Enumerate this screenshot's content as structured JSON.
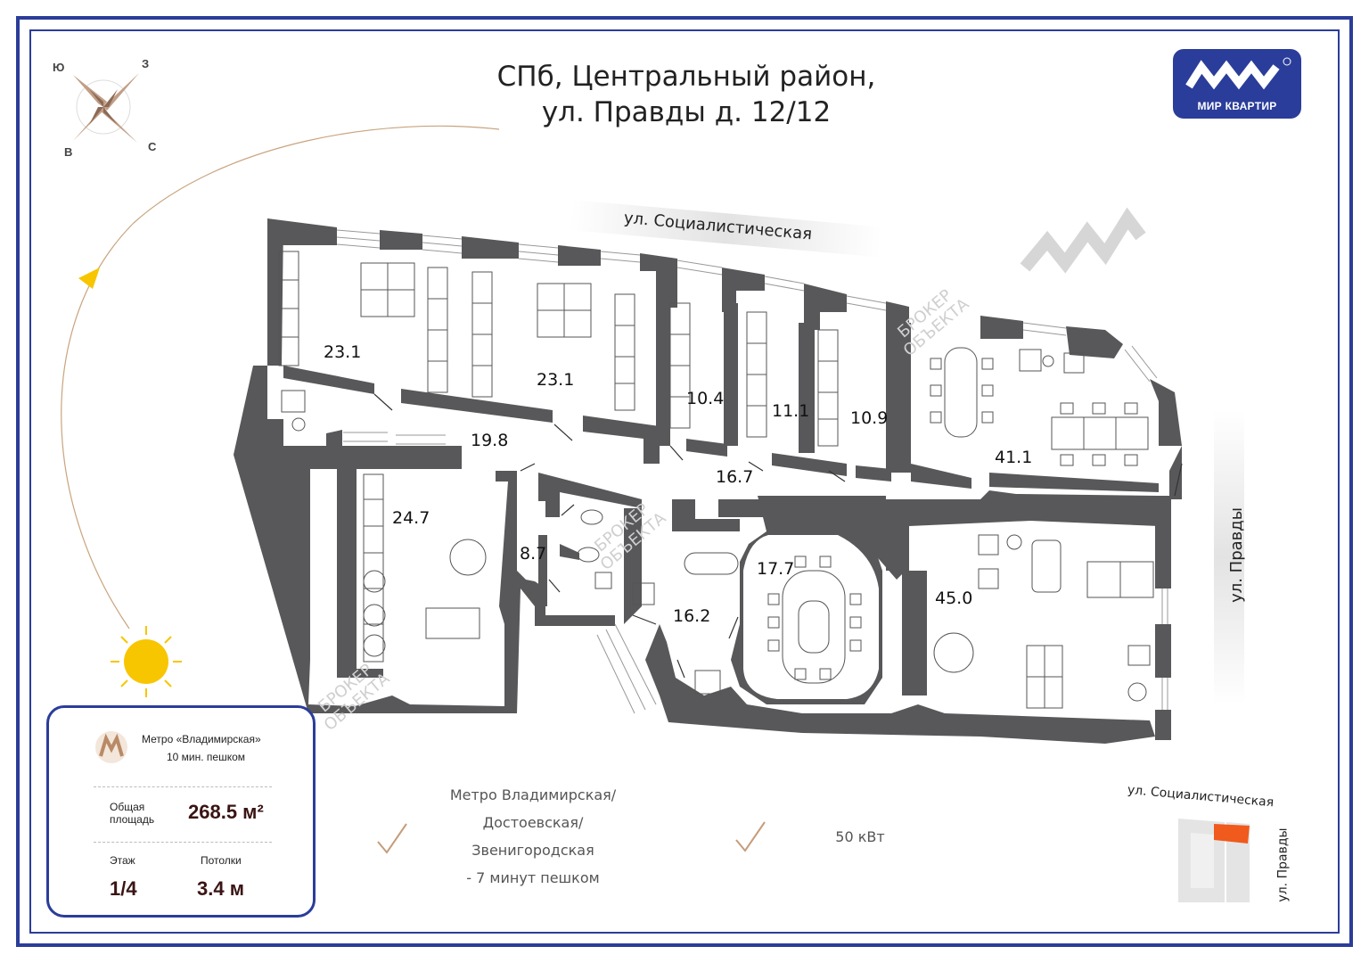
{
  "header": {
    "title_line1": "СПб, Центральный район,",
    "title_line2": "ул. Правды д. 12/12"
  },
  "logo": {
    "name": "МИР КВАРТИР",
    "brand_color": "#2b3d9a"
  },
  "compass": {
    "south": "Ю",
    "west": "З",
    "east": "В",
    "north": "С"
  },
  "streets": {
    "top": "ул. Социалистическая",
    "right": "ул. Правды",
    "map_top": "ул. Социалистическая",
    "map_right": "ул. Правды"
  },
  "rooms": [
    "23.1",
    "23.1",
    "10.4",
    "11.1",
    "10.9",
    "41.1",
    "19.8",
    "16.7",
    "24.7",
    "8.7",
    "17.7",
    "45.0",
    "16.2"
  ],
  "watermark": {
    "line1": "БРОКЕР",
    "line2": "ОБЪЕКТА"
  },
  "info": {
    "metro_name": "Метро «Владимирская»",
    "metro_walk": "10 мин. пешком",
    "area_label_1": "Общая",
    "area_label_2": "площадь",
    "area_value": "268.5 м²",
    "floor_label": "Этаж",
    "floor_value": "1/4",
    "ceiling_label": "Потолки",
    "ceiling_value": "3.4 м"
  },
  "features": {
    "metro_lines": [
      "Метро Владимирская/",
      "Достоевская/",
      "Звенигородская",
      "- 7 минут пешком"
    ],
    "power": "50 кВт"
  },
  "colors": {
    "frame": "#2b3d9a",
    "walls": "#58585a",
    "accent_orange": "#f05a1c",
    "sun": "#f7c600",
    "moon": "#f7c600",
    "check": "#c69c7a"
  }
}
